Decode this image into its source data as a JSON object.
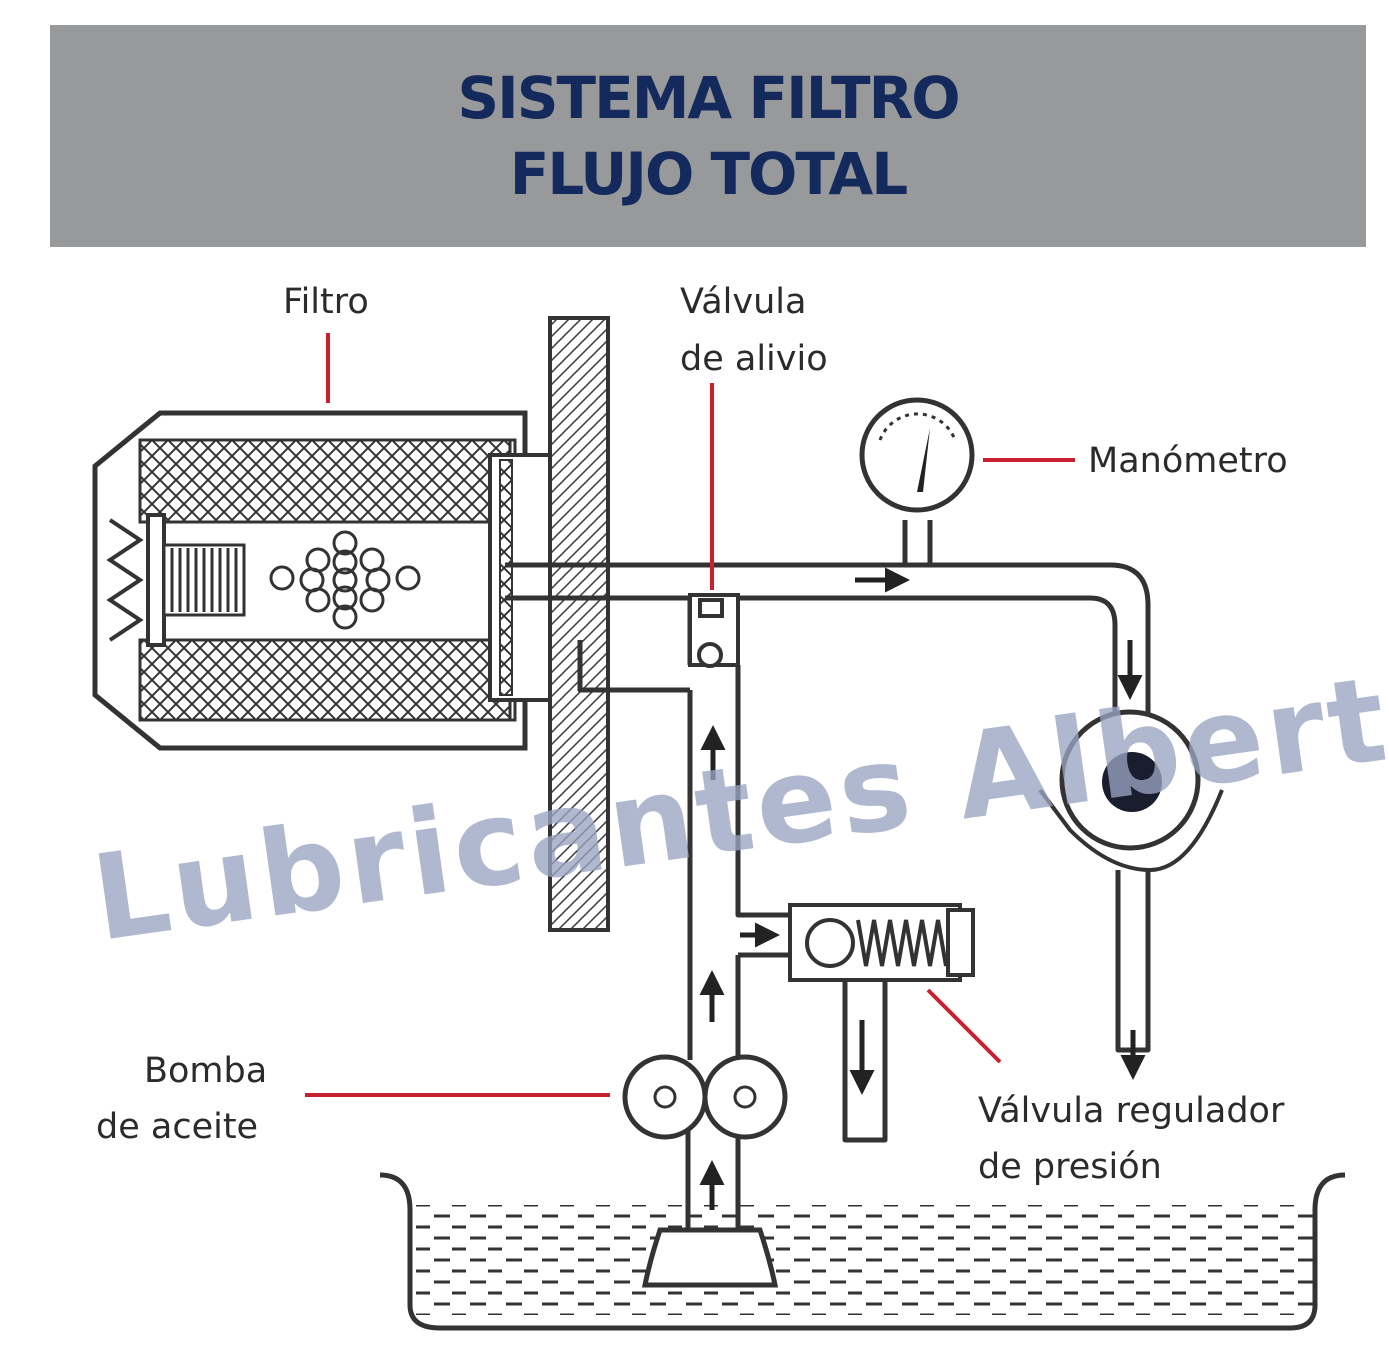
{
  "title": {
    "line1": "SISTEMA FILTRO",
    "line2": "FLUJO TOTAL"
  },
  "labels": {
    "filtro": "Filtro",
    "valvula_alivio_1": "Válvula",
    "valvula_alivio_2": "de alivio",
    "manometro": "Manómetro",
    "bomba_1": "Bomba",
    "bomba_2": "de aceite",
    "regulador_1": "Válvula regulador",
    "regulador_2": "de presión"
  },
  "watermark": "Lubricantes Alberti",
  "colors": {
    "header_bg": "#98999b",
    "title_text": "#152a5c",
    "leader_lines": "#c8202f",
    "line_art": "#333333",
    "watermark": "#9aa4c2"
  }
}
